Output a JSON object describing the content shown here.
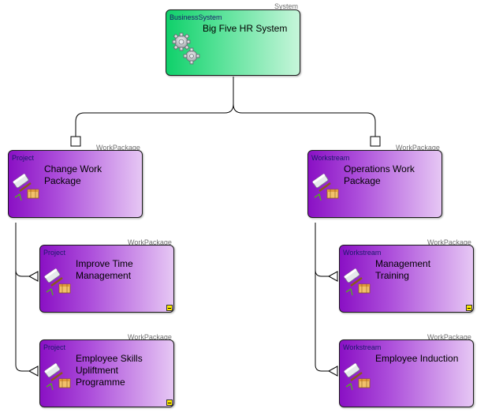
{
  "system": {
    "outer_label": "System",
    "stereotype": "BusinessSystem",
    "title": "Big Five HR System",
    "icon": "gears-icon"
  },
  "work_packages": [
    {
      "id": "change",
      "outer_label": "WorkPackage",
      "stereotype": "Project",
      "title": "Change Work Package",
      "icon": "mallet-box-icon",
      "collapsed_marker": false
    },
    {
      "id": "operations",
      "outer_label": "WorkPackage",
      "stereotype": "Workstream",
      "title": "Operations Work Package",
      "icon": "mallet-box-icon",
      "collapsed_marker": false
    },
    {
      "id": "improve-time",
      "outer_label": "WorkPackage",
      "stereotype": "Project",
      "title": "Improve Time Management",
      "icon": "mallet-box-icon",
      "collapsed_marker": true
    },
    {
      "id": "management-training",
      "outer_label": "WorkPackage",
      "stereotype": "Workstream",
      "title": "Management Training",
      "icon": "mallet-box-icon",
      "collapsed_marker": true
    },
    {
      "id": "skills-upliftment",
      "outer_label": "WorkPackage",
      "stereotype": "Project",
      "title": "Employee Skills Upliftment Programme",
      "icon": "mallet-box-icon",
      "collapsed_marker": true
    },
    {
      "id": "employee-induction",
      "outer_label": "WorkPackage",
      "stereotype": "Workstream",
      "title": "Employee Induction",
      "icon": "mallet-box-icon",
      "collapsed_marker": false
    }
  ],
  "colors": {
    "system_fill": "#0fd06a",
    "workpackage_fill": "#8a10c4",
    "collapse_marker": "#ffea00"
  }
}
